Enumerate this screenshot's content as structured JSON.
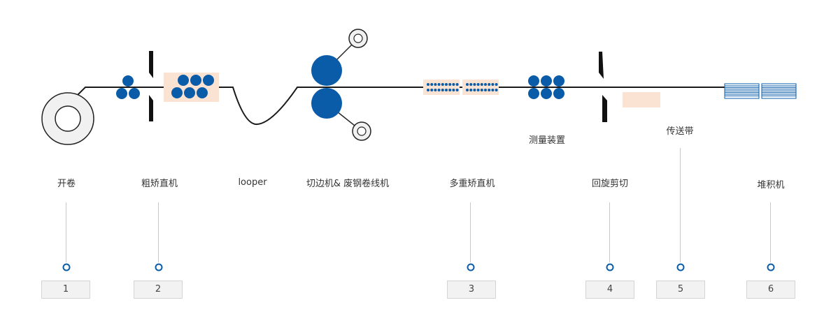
{
  "labels": {
    "uncoiler": "开卷",
    "rough_leveler": "粗矫直机",
    "looper": "looper",
    "edge_trimmer_scrap_winder": "切边机& 废钢卷线机",
    "multi_roll_leveler": "多重矫直机",
    "measuring_device": "测量装置",
    "rotary_shear": "回旋剪切",
    "conveyor": "传送带",
    "stacker": "堆积机"
  },
  "steps": [
    "1",
    "2",
    "3",
    "4",
    "5",
    "6"
  ],
  "colors": {
    "roller_blue": "#0a5ca8",
    "highlight_peach": "#fbe3d4",
    "line": "#1a1a1a",
    "connector_gray": "#c8c8c8"
  }
}
